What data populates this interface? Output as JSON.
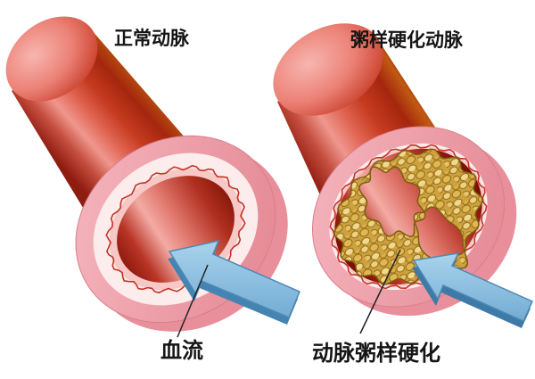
{
  "figure": {
    "background": "#ffffff",
    "left_panel": {
      "title": "正常动脉",
      "bottom_label": "血流"
    },
    "right_panel": {
      "title": "粥样硬化动脉",
      "bottom_label": "动脉粥样硬化"
    },
    "colors": {
      "artery_dark_red": "#8e1c10",
      "artery_highlight": "#f0978e",
      "outer_wall_pink": "#f2a8b2",
      "media_cream": "#fdecec",
      "intima_line_red": "#c23527",
      "lumen_dark": "#7c1003",
      "lumen_highlight": "#f3aba4",
      "plaque_yellow": "#d2a945",
      "plaque_outline": "#7e5c10",
      "arrow_blue": "#8cc0e4",
      "arrow_edge_blue": "#4e89b4",
      "pointer_line": "#222222"
    }
  }
}
